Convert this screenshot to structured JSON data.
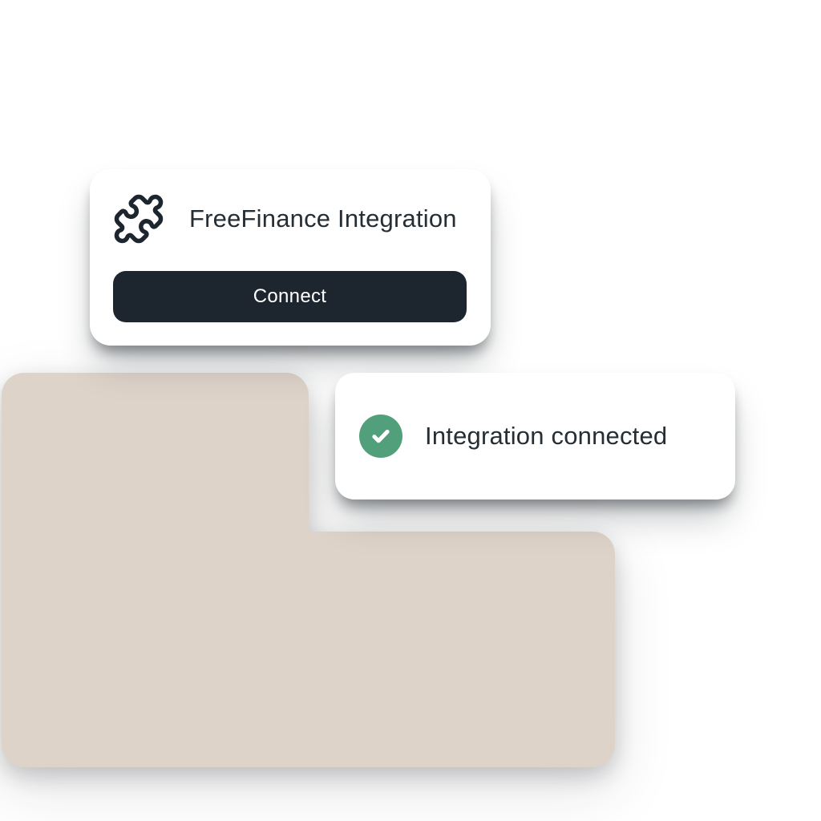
{
  "integration_card": {
    "title": "FreeFinance Integration",
    "connect_label": "Connect"
  },
  "toast": {
    "message": "Integration connected"
  },
  "icons": {
    "puzzle": "puzzle-icon",
    "check": "check-icon"
  },
  "colors": {
    "page_bg": "#ffffff",
    "card_white": "#ffffff",
    "accent_dark": "#1d262e",
    "text_dark": "#252d35",
    "success_green": "#52a07b",
    "beige": "#ded3c9"
  }
}
